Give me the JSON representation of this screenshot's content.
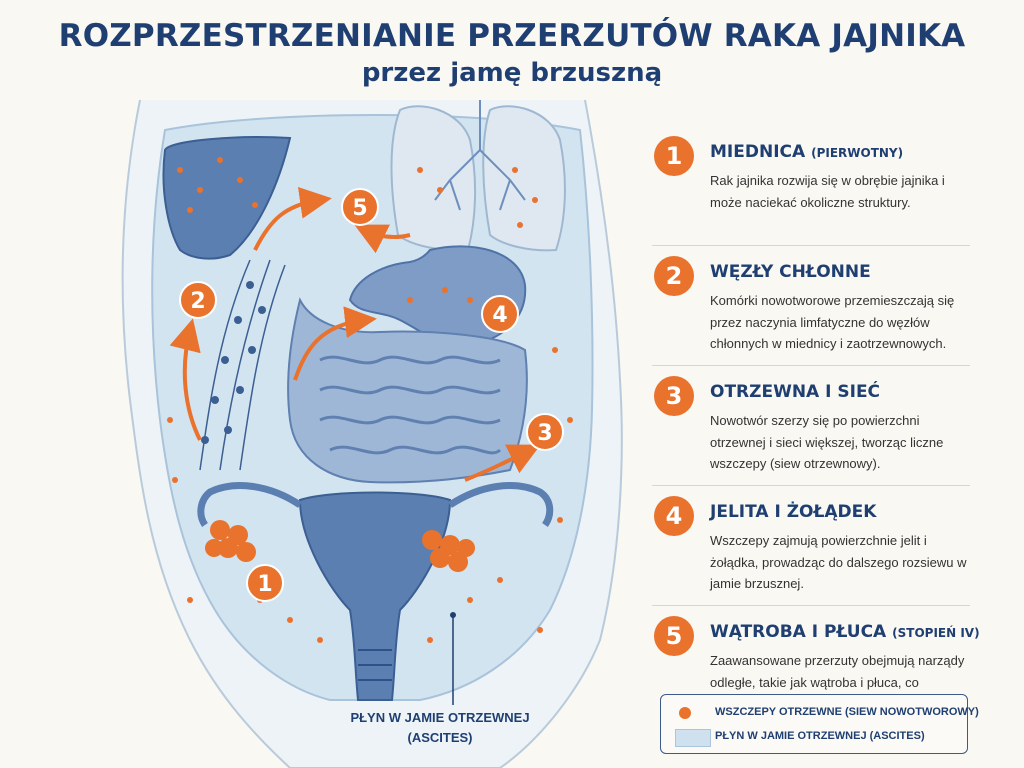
{
  "title": "ROZPRZESTRZENIANIE PRZERZUTÓW RAKA JAJNIKA",
  "subtitle": "przez jamę brzuszną",
  "steps": [
    {
      "num": "1",
      "title": "MIEDNICA",
      "title_small": "(PIERWOTNY)",
      "desc": "Rak jajnika rozwija się w obrębie jajnika i może naciekać okoliczne struktury."
    },
    {
      "num": "2",
      "title": "WĘZŁY CHŁONNE",
      "title_small": "",
      "desc": "Komórki nowotworowe przemieszczają się przez naczynia limfatyczne do węzłów chłonnych w miednicy i zaotrzewnowych."
    },
    {
      "num": "3",
      "title": "OTRZEWNA I SIEĆ",
      "title_small": "",
      "desc": "Nowotwór szerzy się po powierzchni otrzewnej i sieci większej, tworząc liczne wszczepy (siew otrzewnowy)."
    },
    {
      "num": "4",
      "title": "JELITA I ŻOŁĄDEK",
      "title_small": "",
      "desc": "Wszczepy zajmują powierzchnie jelit i żołądka, prowadząc do dalszego rozsiewu w jamie brzusznej."
    },
    {
      "num": "5",
      "title": "WĄTROBA I PŁUCA",
      "title_small": "(STOPIEŃ IV)",
      "desc": "Zaawansowane przerzuty obejmują narządy odległe, takie jak wątroba i płuca, co odpowiada stopniowi IV."
    }
  ],
  "diagram_markers": [
    "1",
    "2",
    "3",
    "4",
    "5"
  ],
  "ascites_label": {
    "line1": "PŁYN W JAMIE OTRZEWNEJ",
    "line2": "(ASCITES)"
  },
  "legend": {
    "implants": "WSZCZEPY OTRZEWNE (SIEW NOWOTWOROWY)",
    "fluid": "PŁYN W JAMIE OTRZEWNEJ (ASCITES)"
  },
  "colors": {
    "accent": "#e9722d",
    "navy": "#1f3f72",
    "organ": "#7f9cc6",
    "fluid": "#d3e4f1"
  }
}
